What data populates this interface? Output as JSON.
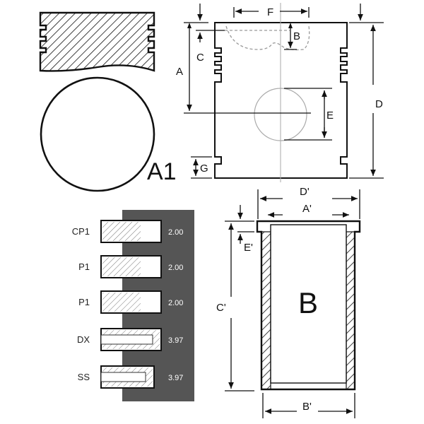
{
  "piston_top": {
    "label": "A1"
  },
  "piston_side": {
    "dimensions": [
      "A",
      "B",
      "C",
      "D",
      "E",
      "F",
      "G"
    ]
  },
  "rings": [
    {
      "name": "CP1",
      "value": "2.00"
    },
    {
      "name": "P1",
      "value": "2.00"
    },
    {
      "name": "P1",
      "value": "2.00"
    },
    {
      "name": "DX",
      "value": "3.97"
    },
    {
      "name": "SS",
      "value": "3.97"
    }
  ],
  "liner": {
    "label": "B",
    "dimensions": [
      "D'",
      "A'",
      "C'",
      "E'",
      "B'"
    ]
  },
  "colors": {
    "ring_panel": "#555555",
    "line": "#111111"
  }
}
